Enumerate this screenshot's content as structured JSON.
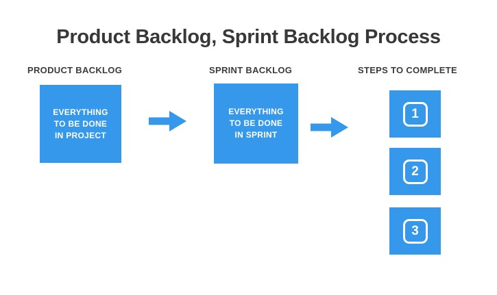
{
  "page": {
    "title": "Product Backlog, Sprint Backlog Process"
  },
  "columns": {
    "product": {
      "header": "PRODUCT BACKLOG",
      "box_lines": [
        "EVERYTHING",
        "TO BE DONE",
        "IN PROJECT"
      ]
    },
    "sprint": {
      "header": "SPRINT BACKLOG",
      "box_lines": [
        "EVERYTHING",
        "TO BE DONE",
        "IN SPRINT"
      ]
    },
    "steps": {
      "header": "STEPS TO COMPLETE",
      "items": [
        "1",
        "2",
        "3"
      ]
    }
  },
  "colors": {
    "accent_blue": "#3598EA",
    "title_text": "#383838",
    "header_text": "#3B3B3B",
    "box_text": "#FFFFFF",
    "background": "#FFFFFF"
  }
}
